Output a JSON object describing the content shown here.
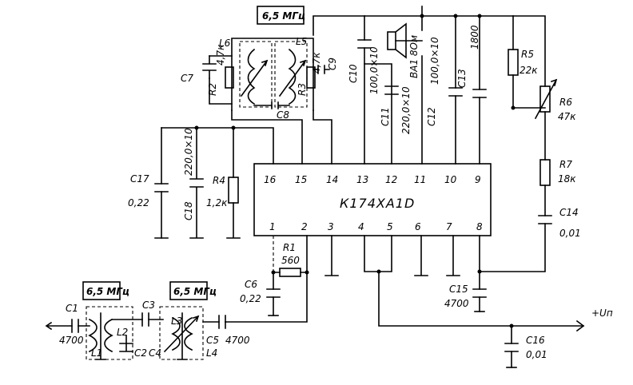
{
  "chip": {
    "label": "К174ХА1D",
    "top_pins": [
      "16",
      "15",
      "14",
      "13",
      "12",
      "11",
      "10",
      "9"
    ],
    "bottom_pins": [
      "1",
      "2",
      "3",
      "4",
      "5",
      "6",
      "7",
      "8"
    ]
  },
  "freq_boxes": [
    "6,5 МГц",
    "6,5 МГц",
    "6,5 МГц"
  ],
  "supply_label": "+Uп",
  "components": {
    "C1": "C1",
    "C1v": "4700",
    "L1": "L1",
    "L2": "L2",
    "C2": "C2",
    "C3": "C3",
    "L3": "L3",
    "C4": "C4",
    "C5": "C5",
    "C5v": "4700",
    "L4": "L4",
    "C6": "C6",
    "C6v": "0,22",
    "R1": "R1",
    "R1v": "560",
    "C7": "C7",
    "R2": "R2",
    "R2v": "4,7к",
    "L6": "L6",
    "L5": "L5",
    "C8": "C8",
    "C9": "C9",
    "R3": "R3",
    "R3v": "4,7к",
    "C10": "C10",
    "C10v": "100,0×10",
    "C11": "C11",
    "C11v": "220,0×10",
    "BA1": "BA1 8Ом",
    "C12": "C12",
    "C12v": "100,0×10",
    "C13": "C13",
    "C13v": "1800",
    "R5": "R5",
    "R5v": "22к",
    "R6": "R6",
    "R6v": "47к",
    "R7": "R7",
    "R7v": "18к",
    "C14": "C14",
    "C14v": "0,01",
    "C15": "C15",
    "C15v": "4700",
    "C16": "C16",
    "C16v": "0,01",
    "C17": "C17",
    "C17v": "0,22",
    "C18": "C18",
    "C18v": "220,0×10",
    "R4": "R4",
    "R4v": "1,2к"
  }
}
